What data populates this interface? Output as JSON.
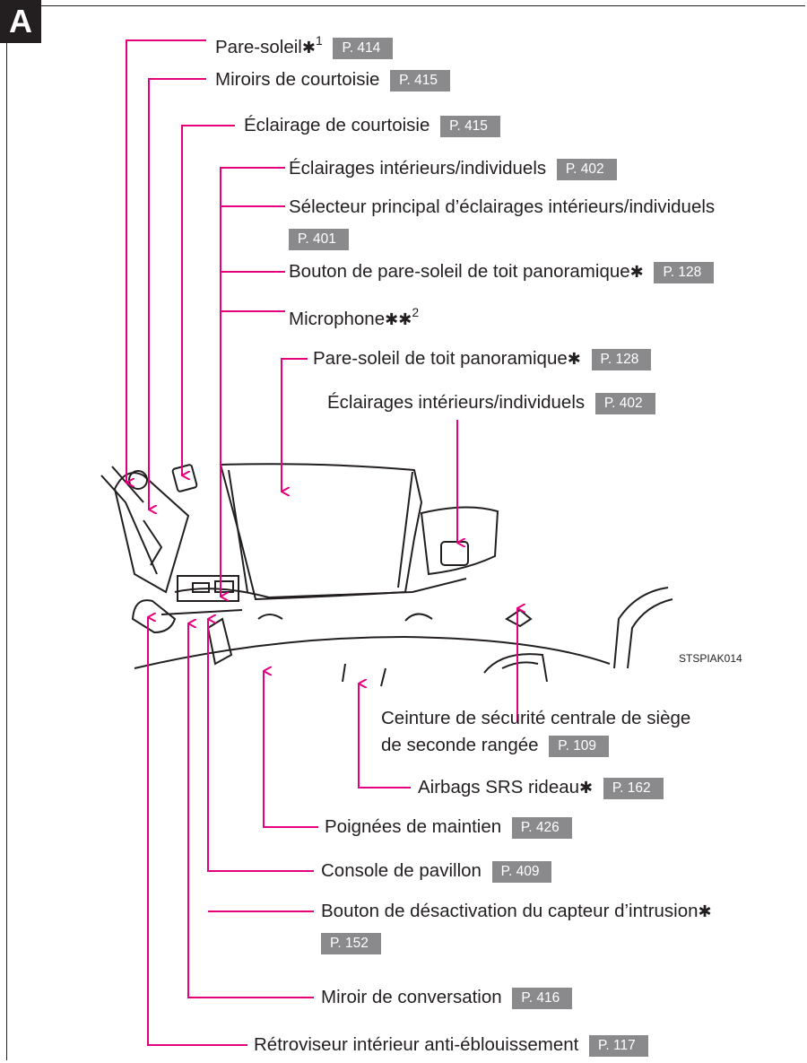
{
  "section": "A",
  "image_code": "STSPIAK014",
  "star": "✱",
  "labels": {
    "sun_visor": {
      "text": "Pare-soleil",
      "note": "1",
      "page": "P. 414"
    },
    "vanity_mirrors": {
      "text": "Miroirs de courtoisie",
      "page": "P. 415"
    },
    "vanity_lights": {
      "text": "Éclairage de courtoisie",
      "page": "P. 415"
    },
    "interior_lights": {
      "text": "Éclairages intérieurs/individuels",
      "page": "P. 402"
    },
    "main_switch": {
      "text": "Sélecteur principal d’éclairages intérieurs/individuels",
      "page": "P. 401"
    },
    "roof_shade_button": {
      "text": "Bouton de pare-soleil de toit panoramique",
      "page": "P. 128"
    },
    "microphone": {
      "text": "Microphone",
      "note": "2"
    },
    "roof_shade": {
      "text": "Pare-soleil de toit panoramique",
      "page": "P. 128"
    },
    "rear_interior_lights": {
      "text": "Éclairages intérieurs/individuels",
      "page": "P. 402"
    },
    "center_seatbelt": {
      "text_line1": "Ceinture de sécurité centrale de siège",
      "text_line2": "de seconde rangée",
      "page": "P. 109"
    },
    "curtain_airbags": {
      "text": "Airbags SRS rideau",
      "page": "P. 162"
    },
    "assist_grips": {
      "text": "Poignées de maintien",
      "page": "P. 426"
    },
    "overhead_console": {
      "text": "Console de pavillon",
      "page": "P. 409"
    },
    "intrusion_button": {
      "text": "Bouton de désactivation du capteur d’intrusion",
      "page": "P. 152"
    },
    "conversation_mirror": {
      "text": "Miroir de conversation",
      "page": "P. 416"
    },
    "rearview_mirror": {
      "text": "Rétroviseur intérieur anti-éblouissement",
      "page": "P. 117"
    }
  },
  "colors": {
    "leader": "#e5007e",
    "page_ref_bg": "#8a8a8c",
    "outline": "#231f20"
  }
}
